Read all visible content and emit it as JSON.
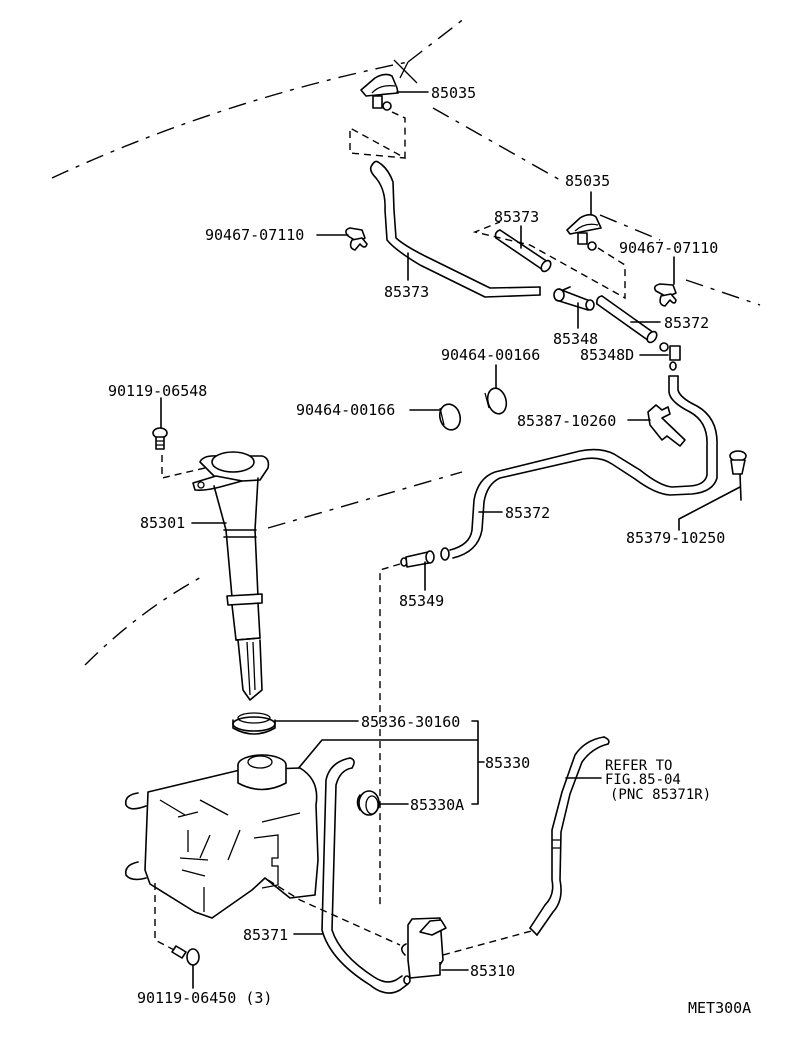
{
  "diagram": {
    "title_code": "MET300A",
    "callouts": {
      "nozzle_top": "85035",
      "nozzle_right": "85035",
      "clip_left": "90467-07110",
      "clip_right": "90467-07110",
      "hose_upper_left": "85373",
      "hose_upper_mid": "85373",
      "hose_right_short": "85372",
      "joint": "85348",
      "joint_d": "85348D",
      "clamp_upper": "90464-00166",
      "clamp_left": "90464-00166",
      "bracket": "85387-10260",
      "bolt_top": "90119-06548",
      "inlet": "85301",
      "hose_long": "85372",
      "grommet": "85379-10250",
      "check_valve": "85349",
      "cap": "85336-30160",
      "tank": "85330",
      "tank_grommet": "85330A",
      "hose_tank": "85371",
      "pump": "85310",
      "bolt_bottom": "90119-06450 (3)"
    },
    "reference_note": {
      "line1": "REFER TO",
      "line2": "FIG.85-04",
      "line3": "(PNC 85371R)"
    }
  }
}
